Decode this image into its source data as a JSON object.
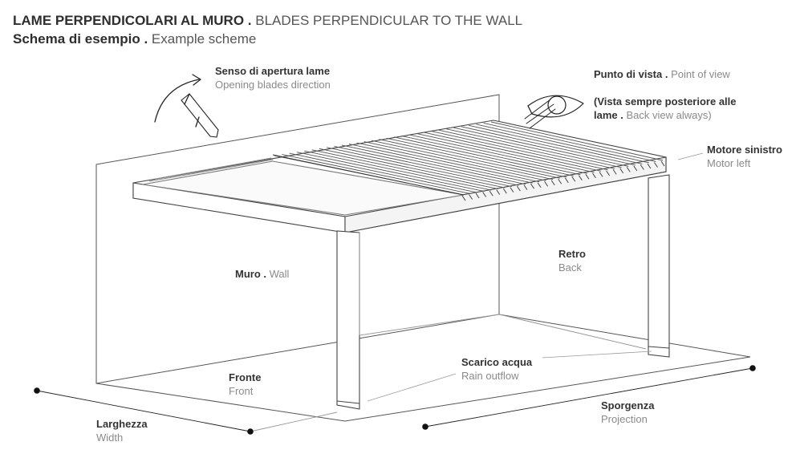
{
  "header": {
    "title_it": "LAME PERPENDICOLARI AL MURO .",
    "title_en": "BLADES PERPENDICULAR TO THE WALL",
    "subtitle_it": "Schema di esempio .",
    "subtitle_en": "Example scheme"
  },
  "labels": {
    "opening_it": "Senso di apertura lame",
    "opening_en": "Opening blades direction",
    "pov_it": "Punto di vista",
    "pov_sep": ".",
    "pov_en": "Point of view",
    "back_view_line1": "(Vista sempre posteriore alle",
    "back_view_it": "lame .",
    "back_view_en": "Back view always)",
    "motor_it": "Motore sinistro",
    "motor_en": "Motor left",
    "back_it": "Retro",
    "back_en": "Back",
    "wall_it": "Muro .",
    "wall_en": "Wall",
    "rain_it": "Scarico acqua",
    "rain_en": "Rain outflow",
    "front_it": "Fronte",
    "front_en": "Front",
    "projection_it": "Sporgenza",
    "projection_en": "Projection",
    "width_it": "Larghezza",
    "width_en": "Width"
  },
  "icons": [
    "curved-arrow-icon",
    "blade-icon",
    "eye-icon"
  ],
  "colors": {
    "line": "#444444",
    "dim": "#111111",
    "text_main": "#333333",
    "text_sub": "#8a8a8a"
  }
}
